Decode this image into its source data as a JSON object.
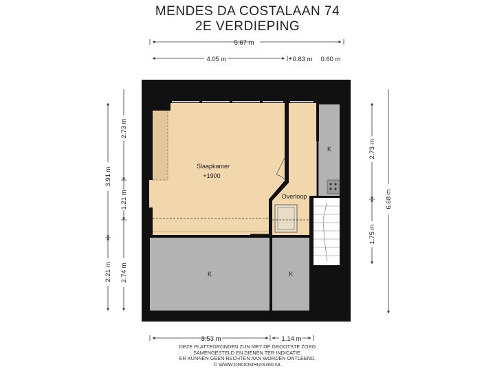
{
  "title": {
    "line1": "MENDES DA COSTALAAN 74",
    "line2": "2E VERDIEPING"
  },
  "dimensions": {
    "top_total": "5.67 m",
    "top_left": "4.05 m",
    "top_mid": "0.83 m",
    "top_right": "0.60 m",
    "bottom_left": "3.53 m",
    "bottom_right": "1.14 m",
    "left_outer_upper": "3.91 m",
    "left_outer_lower": "2.21 m",
    "left_inner_top": "2.73 m",
    "left_inner_mid": "1.21 m",
    "left_inner_bottom": "2.74 m",
    "right_inner_top": "2.73 m",
    "right_inner_bottom": "1.75 m",
    "right_outer": "6.68 m"
  },
  "rooms": {
    "bedroom_name": "Slaapkamer",
    "bedroom_height": "+1900",
    "landing_name": "Overloop",
    "storage_right_top": "K",
    "storage_bottom_left": "K",
    "storage_bottom_right": "K"
  },
  "footer": {
    "line1": "DEZE PLATTEGRONDEN ZIJN MET DE GROOTSTE ZORG",
    "line2": "SAMENGESTELD EN DIENEN TER INDICATIE.",
    "line3": "ER KUNNEN GEEN RECHTEN AAN WORDEN ONTLEEND.",
    "line4": "© WWW.DROOMHUIS360.NL"
  },
  "colors": {
    "wall": "#111111",
    "floor_wood": "#f2d7ad",
    "floor_grey": "#b3b3b3",
    "dimension_line": "#333333"
  }
}
